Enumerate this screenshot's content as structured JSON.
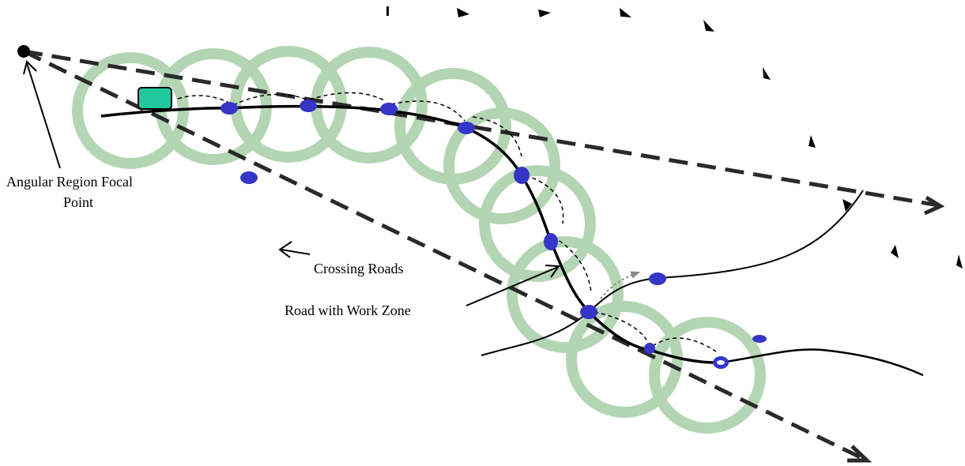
{
  "labels": {
    "focal_point_line1": "Angular Region Focal",
    "focal_point_line2": "Point",
    "crossing_roads": "Crossing Roads",
    "road_with_work_zone": "Road with Work Zone"
  },
  "colors": {
    "coverage_ring": "#8cc08c",
    "road_node": "#3535c8",
    "vehicle": "#1fc79a",
    "road": "#000000",
    "angular_boundary": "#2a2a2a"
  },
  "icons": {
    "focal_point": "filled-circle-icon",
    "vehicle": "rounded-rectangle-icon",
    "angular_ticks": "triangle-icon"
  }
}
